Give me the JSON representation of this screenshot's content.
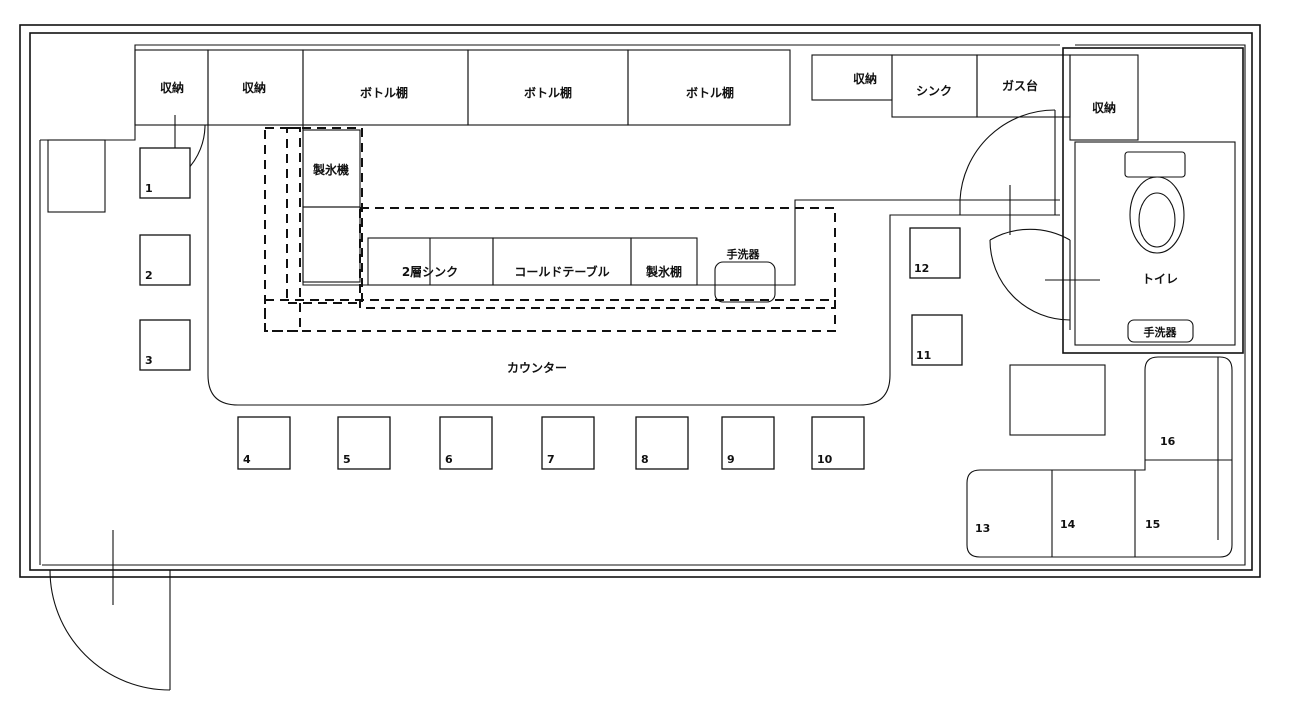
{
  "rooms": {
    "storage_left": "収納",
    "storage_2": "収納",
    "bottle_shelf_1": "ボトル棚",
    "bottle_shelf_2": "ボトル棚",
    "bottle_shelf_3": "ボトル棚",
    "storage_3": "収納",
    "sink": "シンク",
    "gas_stove": "ガス台",
    "toilet_storage": "収納",
    "ice_maker": "製氷機",
    "two_sink": "2層シンク",
    "cold_table": "コールドテーブル",
    "ice_shelf": "製氷棚",
    "hand_washer": "手洗器",
    "counter": "カウンター",
    "toilet": "トイレ",
    "toilet_hand_washer": "手洗器"
  },
  "seats": [
    "1",
    "2",
    "3",
    "4",
    "5",
    "6",
    "7",
    "8",
    "9",
    "10",
    "11",
    "12",
    "13",
    "14",
    "15",
    "16"
  ]
}
